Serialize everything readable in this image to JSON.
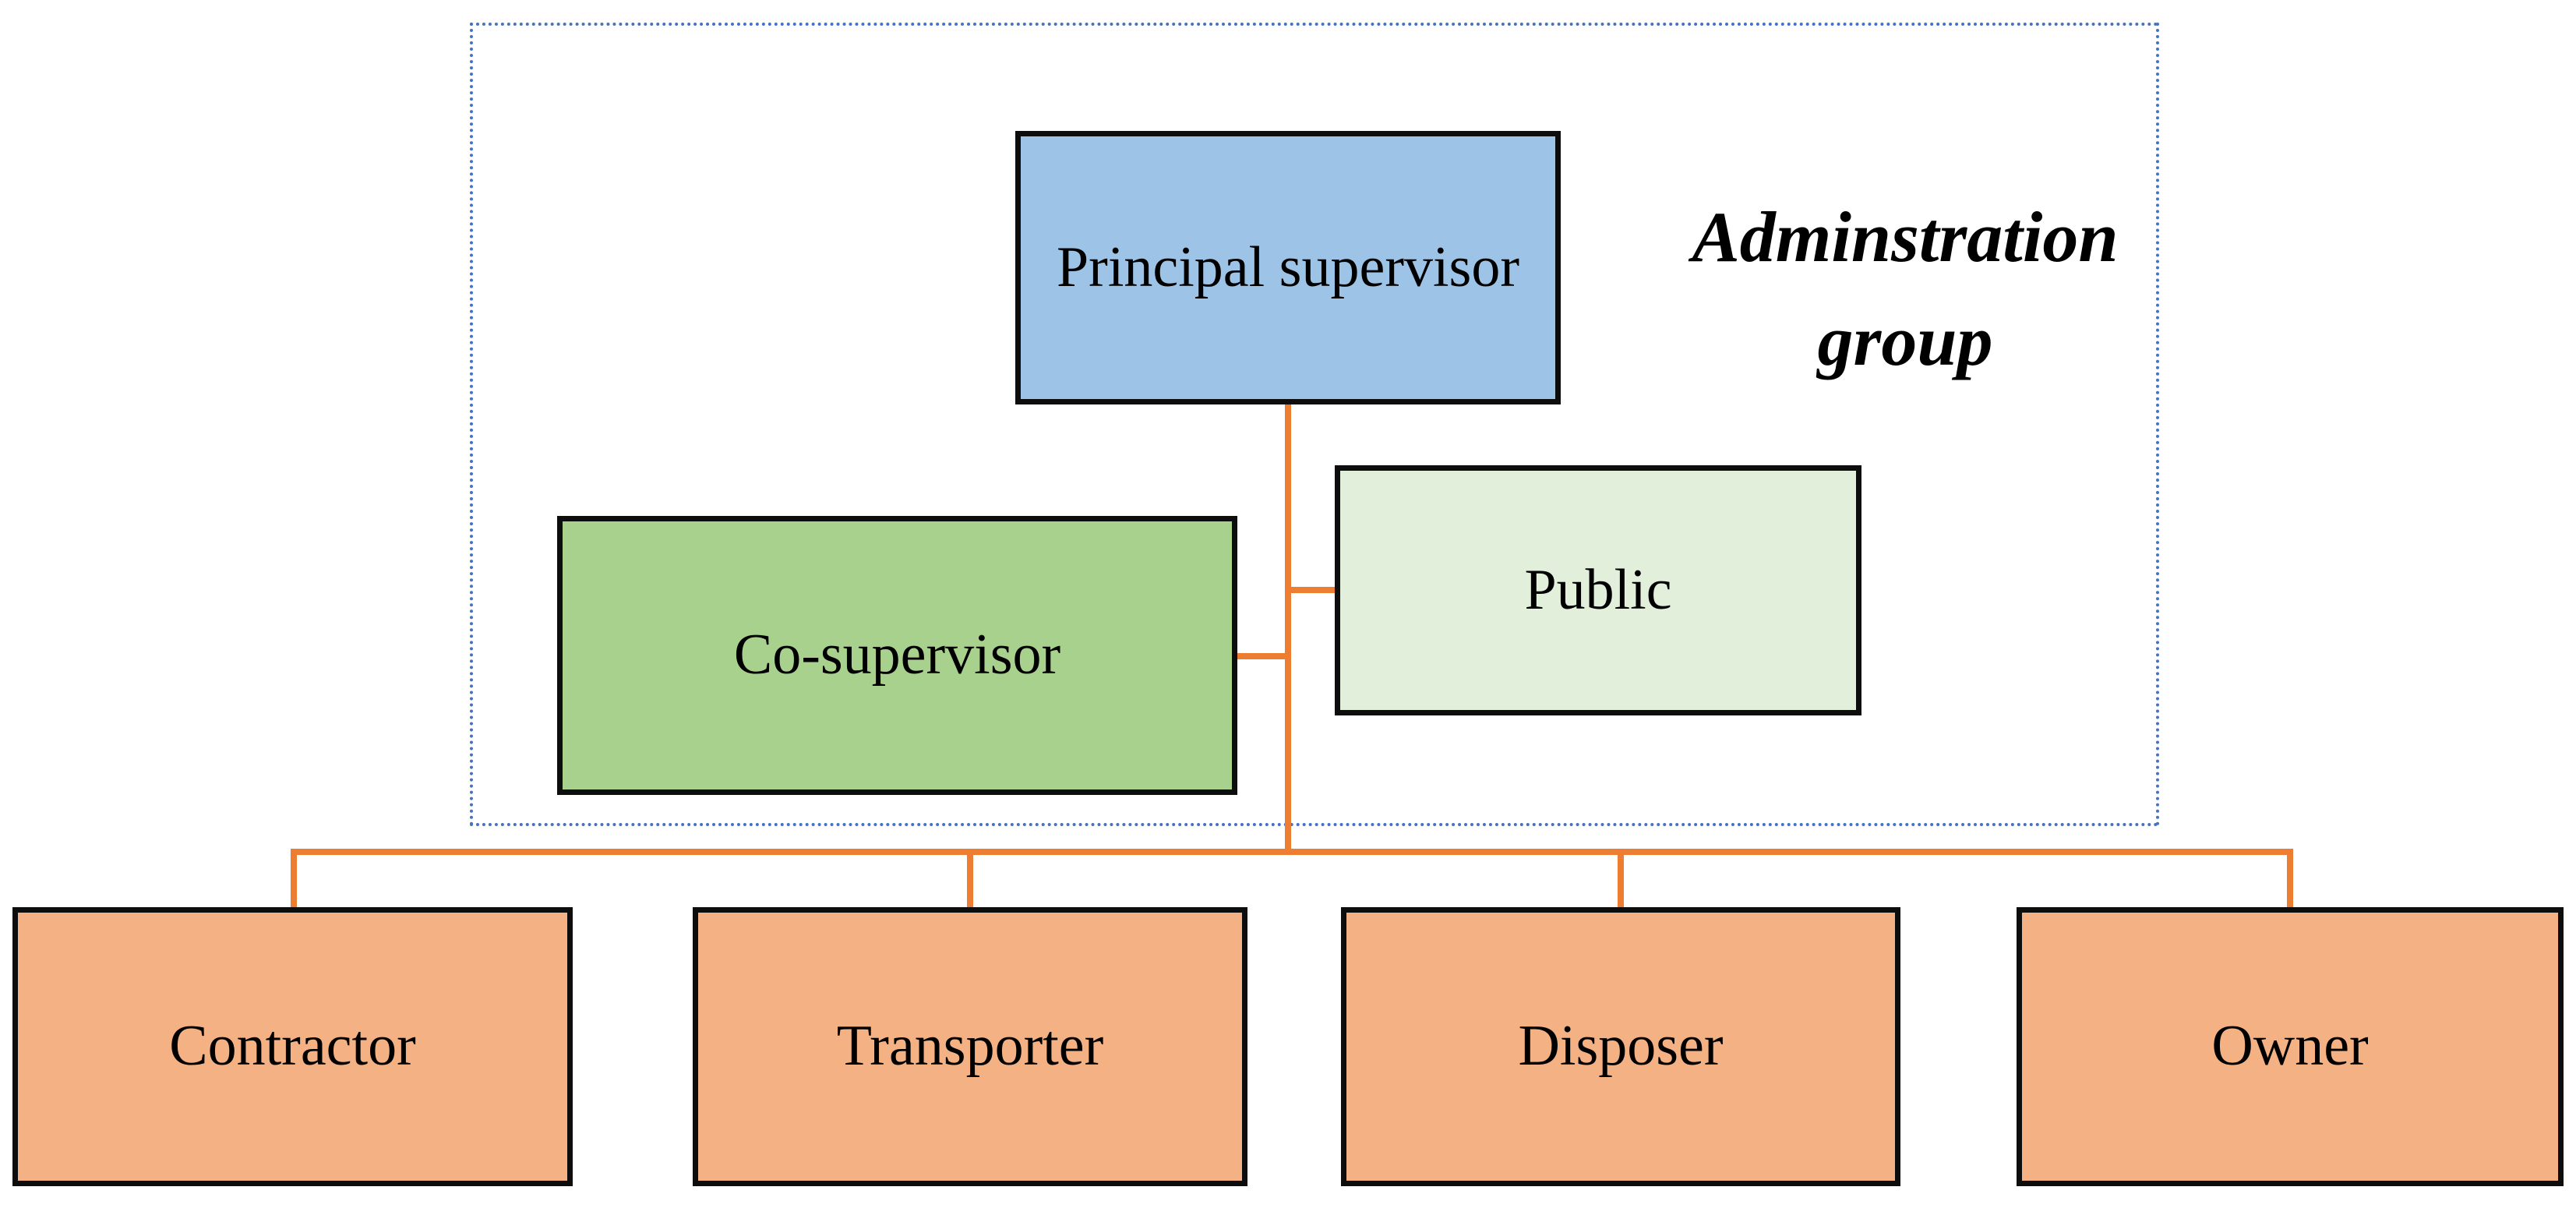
{
  "diagram": {
    "group": {
      "label": "Adminstration group"
    },
    "admin_nodes": [
      {
        "id": "principal-supervisor",
        "label": "Principal supervisor",
        "fill": "#9DC3E6"
      },
      {
        "id": "co-supervisor",
        "label": "Co-supervisor",
        "fill": "#A9D18E"
      },
      {
        "id": "public",
        "label": "Public",
        "fill": "#E2EFDA"
      }
    ],
    "stakeholder_nodes": [
      {
        "id": "contractor",
        "label": "Contractor",
        "fill": "#F4B183"
      },
      {
        "id": "transporter",
        "label": "Transporter",
        "fill": "#F4B183"
      },
      {
        "id": "disposer",
        "label": "Disposer",
        "fill": "#F4B183"
      },
      {
        "id": "owner",
        "label": "Owner",
        "fill": "#F4B183"
      }
    ],
    "colors": {
      "connector": "#ED7D31",
      "group_border": "#4472C4",
      "node_border": "#0D0D0D"
    }
  }
}
